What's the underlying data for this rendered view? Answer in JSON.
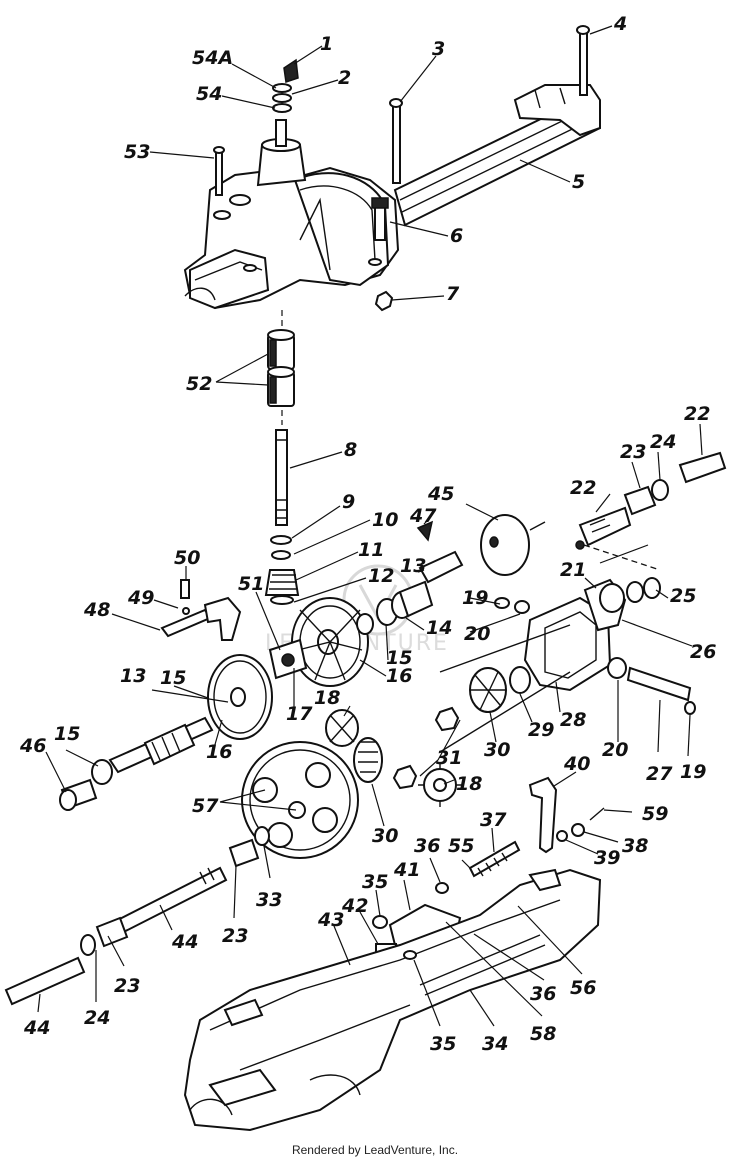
{
  "callouts": [
    {
      "id": "c-1",
      "text": "1"
    },
    {
      "id": "c-54A",
      "text": "54A"
    },
    {
      "id": "c-2",
      "text": "2"
    },
    {
      "id": "c-54",
      "text": "54"
    },
    {
      "id": "c-3",
      "text": "3"
    },
    {
      "id": "c-4",
      "text": "4"
    },
    {
      "id": "c-53",
      "text": "53"
    },
    {
      "id": "c-5",
      "text": "5"
    },
    {
      "id": "c-6",
      "text": "6"
    },
    {
      "id": "c-7",
      "text": "7"
    },
    {
      "id": "c-52",
      "text": "52"
    },
    {
      "id": "c-8",
      "text": "8"
    },
    {
      "id": "c-9",
      "text": "9"
    },
    {
      "id": "c-10",
      "text": "10"
    },
    {
      "id": "c-11",
      "text": "11"
    },
    {
      "id": "c-12",
      "text": "12"
    },
    {
      "id": "c-45",
      "text": "45"
    },
    {
      "id": "c-47",
      "text": "47"
    },
    {
      "id": "c-13a",
      "text": "13"
    },
    {
      "id": "c-22a",
      "text": "22"
    },
    {
      "id": "c-22b",
      "text": "22"
    },
    {
      "id": "c-23a",
      "text": "23"
    },
    {
      "id": "c-24a",
      "text": "24"
    },
    {
      "id": "c-21",
      "text": "21"
    },
    {
      "id": "c-25",
      "text": "25"
    },
    {
      "id": "c-26",
      "text": "26"
    },
    {
      "id": "c-50",
      "text": "50"
    },
    {
      "id": "c-49",
      "text": "49"
    },
    {
      "id": "c-48",
      "text": "48"
    },
    {
      "id": "c-51",
      "text": "51"
    },
    {
      "id": "c-14",
      "text": "14"
    },
    {
      "id": "c-15a",
      "text": "15"
    },
    {
      "id": "c-16a",
      "text": "16"
    },
    {
      "id": "c-19a",
      "text": "19"
    },
    {
      "id": "c-20a",
      "text": "20"
    },
    {
      "id": "c-13b",
      "text": "13"
    },
    {
      "id": "c-15b",
      "text": "15"
    },
    {
      "id": "c-16b",
      "text": "16"
    },
    {
      "id": "c-17",
      "text": "17"
    },
    {
      "id": "c-18a",
      "text": "18"
    },
    {
      "id": "c-28",
      "text": "28"
    },
    {
      "id": "c-29",
      "text": "29"
    },
    {
      "id": "c-30a",
      "text": "30"
    },
    {
      "id": "c-20b",
      "text": "20"
    },
    {
      "id": "c-27",
      "text": "27"
    },
    {
      "id": "c-19b",
      "text": "19"
    },
    {
      "id": "c-46",
      "text": "46"
    },
    {
      "id": "c-15c",
      "text": "15"
    },
    {
      "id": "c-31",
      "text": "31"
    },
    {
      "id": "c-18b",
      "text": "18"
    },
    {
      "id": "c-57",
      "text": "57"
    },
    {
      "id": "c-30b",
      "text": "30"
    },
    {
      "id": "c-40",
      "text": "40"
    },
    {
      "id": "c-59",
      "text": "59"
    },
    {
      "id": "c-38",
      "text": "38"
    },
    {
      "id": "c-39",
      "text": "39"
    },
    {
      "id": "c-37",
      "text": "37"
    },
    {
      "id": "c-36a",
      "text": "36"
    },
    {
      "id": "c-55",
      "text": "55"
    },
    {
      "id": "c-33",
      "text": "33"
    },
    {
      "id": "c-23b",
      "text": "23"
    },
    {
      "id": "c-41",
      "text": "41"
    },
    {
      "id": "c-35a",
      "text": "35"
    },
    {
      "id": "c-44a",
      "text": "44"
    },
    {
      "id": "c-42",
      "text": "42"
    },
    {
      "id": "c-43",
      "text": "43"
    },
    {
      "id": "c-24b",
      "text": "24"
    },
    {
      "id": "c-23c",
      "text": "23"
    },
    {
      "id": "c-36b",
      "text": "36"
    },
    {
      "id": "c-56",
      "text": "56"
    },
    {
      "id": "c-44b",
      "text": "44"
    },
    {
      "id": "c-35b",
      "text": "35"
    },
    {
      "id": "c-34",
      "text": "34"
    },
    {
      "id": "c-58",
      "text": "58"
    }
  ],
  "footer": {
    "credit": "Rendered by LeadVenture, Inc."
  },
  "watermark": {
    "text": "LEADVENTURE"
  }
}
